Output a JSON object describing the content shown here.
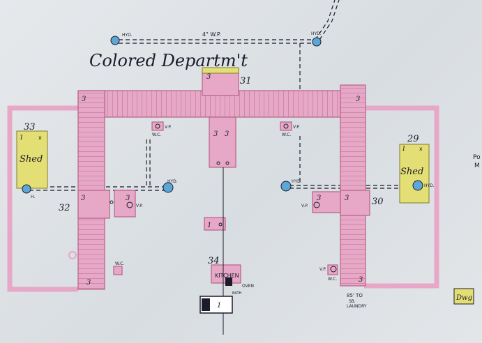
{
  "department_title": "Colored  Departm't",
  "water_pipe": "4\" W.P.",
  "hydrant": "HYD.",
  "hydrant_short": "H.",
  "stories_3": "3",
  "stories_1": "1",
  "buildings": {
    "n31": "31",
    "n32": "32",
    "n33": "33",
    "n29": "29",
    "n30": "30",
    "n34": "34"
  },
  "shed_label": "Shed",
  "shed_x": "x",
  "kitchen": "KITCHEN",
  "oven": "OVEN",
  "bath": "BATH",
  "vp": "V.P.",
  "wc": "W.C.",
  "laundry_note": [
    "85' TO",
    "SB.",
    "LAUNDRY"
  ],
  "dwg": "Dwg",
  "edge_text": [
    "Po",
    "M"
  ],
  "colors": {
    "pink": "#e7a8c7",
    "pink_outline": "#c06f94",
    "yellow": "#e4df74",
    "hydrant_blue": "#5da6d8",
    "ink": "#1b1b2a"
  }
}
